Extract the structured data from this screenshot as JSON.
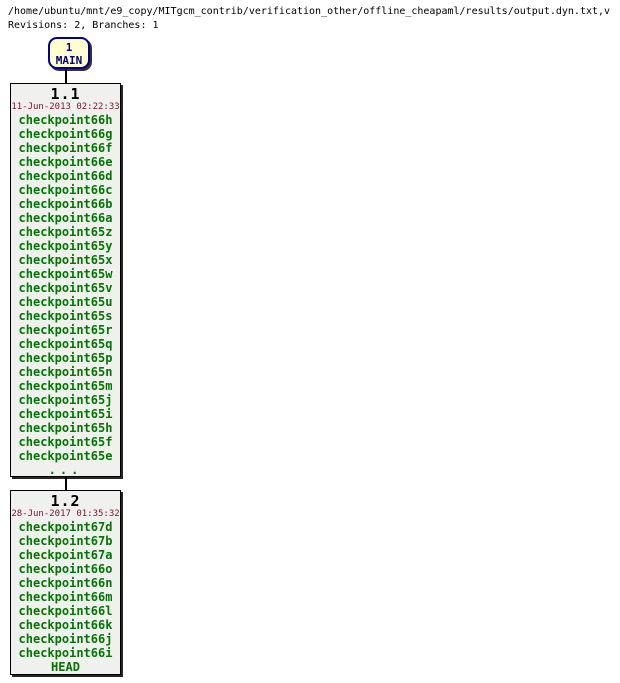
{
  "header": {
    "file_path": "/home/ubuntu/mnt/e9_copy/MITgcm_contrib/verification_other/offline_cheapaml/results/output.dyn.txt,v",
    "summary": "Revisions: 2, Branches: 1"
  },
  "colors": {
    "tag_green": "#007800",
    "date_maroon": "#7b1232",
    "branch_navy": "#00008b",
    "branch_fill": "#ffffcc",
    "box_fill": "#f0f0ee",
    "line_black": "#000000"
  },
  "branch_node": {
    "number": "1",
    "name": "MAIN"
  },
  "revisions": {
    "r1": {
      "rev": "1.1",
      "date": "11-Jun-2013 02:22:33",
      "tags": [
        "checkpoint66h",
        "checkpoint66g",
        "checkpoint66f",
        "checkpoint66e",
        "checkpoint66d",
        "checkpoint66c",
        "checkpoint66b",
        "checkpoint66a",
        "checkpoint65z",
        "checkpoint65y",
        "checkpoint65x",
        "checkpoint65w",
        "checkpoint65v",
        "checkpoint65u",
        "checkpoint65s",
        "checkpoint65r",
        "checkpoint65q",
        "checkpoint65p",
        "checkpoint65n",
        "checkpoint65m",
        "checkpoint65j",
        "checkpoint65i",
        "checkpoint65h",
        "checkpoint65f",
        "checkpoint65e"
      ],
      "ellipsis": "..."
    },
    "r2": {
      "rev": "1.2",
      "date": "28-Jun-2017 01:35:32",
      "tags": [
        "checkpoint67d",
        "checkpoint67b",
        "checkpoint67a",
        "checkpoint66o",
        "checkpoint66n",
        "checkpoint66m",
        "checkpoint66l",
        "checkpoint66k",
        "checkpoint66j",
        "checkpoint66i"
      ],
      "head": "HEAD"
    }
  }
}
